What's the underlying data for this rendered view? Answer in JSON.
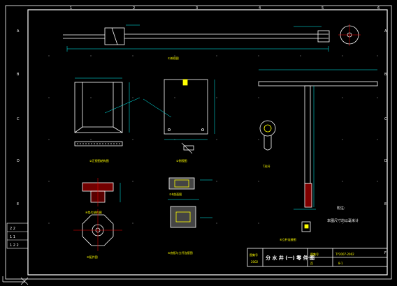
{
  "border": {
    "col_numbers": [
      "1",
      "2",
      "3",
      "4",
      "5",
      "6"
    ],
    "row_letters": [
      "A",
      "B",
      "C",
      "D",
      "E",
      "F"
    ]
  },
  "views": {
    "top_view_title": "①俯视图",
    "box_front_title": "②正视图结构图",
    "box_side_title": "②侧视图",
    "detail_b_title": "③b剖面图",
    "t_bar_title": "T形杆",
    "hub_title": "④垫片结构图",
    "octagon_title": "④配件图",
    "section_detail_title": "⑤底板与立杆连接图",
    "t_bottom_title": "⑥立杆连接图"
  },
  "notes": {
    "label": "附注:",
    "line1": "本图尺寸均以毫米计"
  },
  "title_block": {
    "left_top": "图集号",
    "left_bottom": "2002",
    "drawing_name": "分 水 井 (一) 零 件 图",
    "atlas_label": "图集号",
    "atlas_no": "TY2007-2002",
    "page_label": "页",
    "page_no": "8-1"
  },
  "revision_rows": [
    "2 2",
    "1 1",
    "1 2 2"
  ]
}
